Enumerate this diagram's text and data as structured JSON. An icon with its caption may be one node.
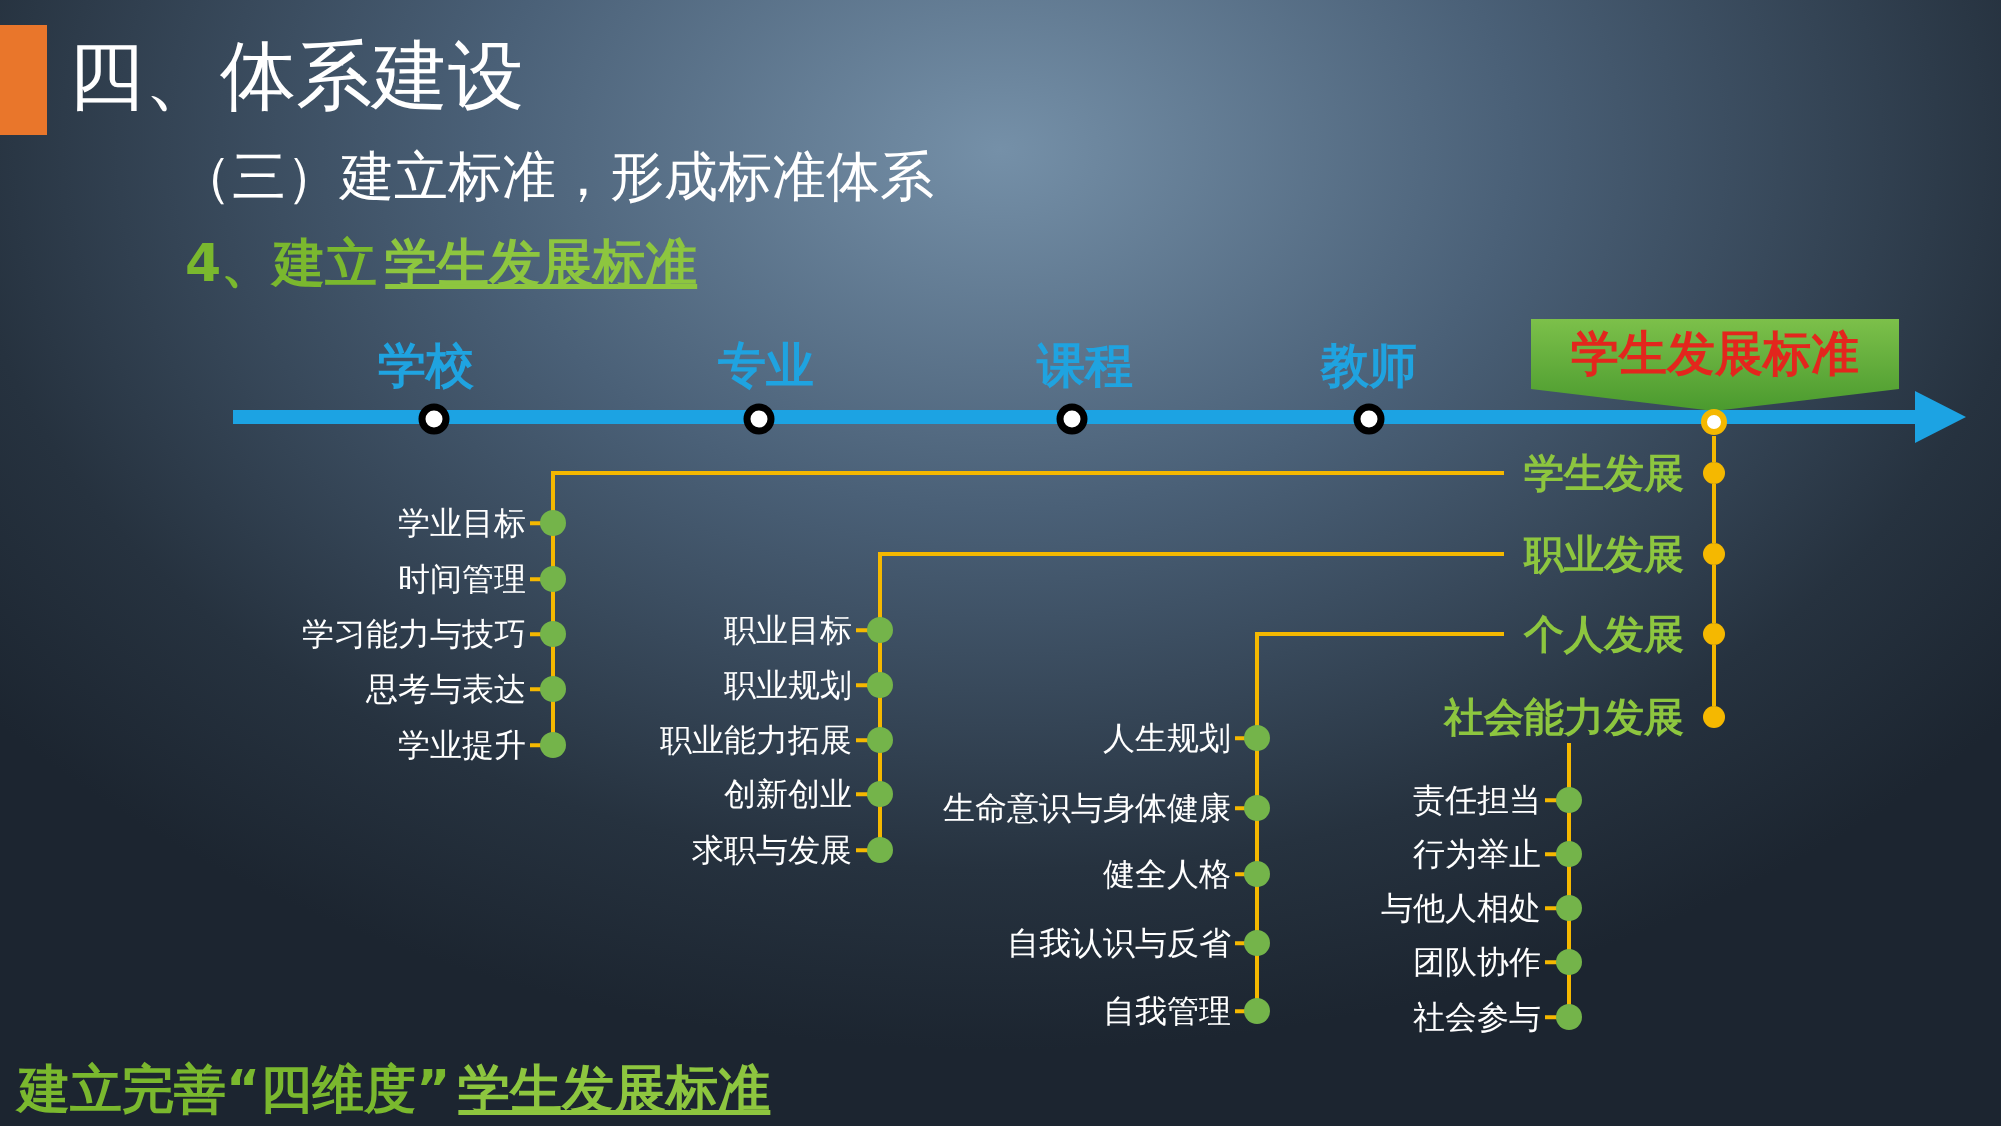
{
  "diagram": {
    "title": "四、体系建设",
    "nodes": [
      {
        "text": [
          "学生发展标准"
        ]
      },
      {
        "text": [
          "学生发展"
        ]
      },
      {
        "text": [
          "职业发展"
        ]
      },
      {
        "text": [
          "个人发展"
        ]
      },
      {
        "text": [
          "社会能力发展"
        ]
      },
      {
        "text": [
          "学业目标"
        ]
      },
      {
        "text": [
          "时间管理"
        ]
      },
      {
        "text": [
          "学习能力与技巧"
        ]
      },
      {
        "text": [
          "思考与表达"
        ]
      },
      {
        "text": [
          "学业提升"
        ]
      },
      {
        "text": [
          "职业目标"
        ]
      },
      {
        "text": [
          "职业规划"
        ]
      },
      {
        "text": [
          "职业能力拓展"
        ]
      },
      {
        "text": [
          "创新创业"
        ]
      },
      {
        "text": [
          "求职与发展"
        ]
      },
      {
        "text": [
          "人生规划"
        ]
      },
      {
        "text": [
          "生命意识与身体健康"
        ]
      },
      {
        "text": [
          "健全人格"
        ]
      },
      {
        "text": [
          "自我认识与反省"
        ]
      },
      {
        "text": [
          "自我管理"
        ]
      },
      {
        "text": [
          "责任担当"
        ]
      },
      {
        "text": [
          "行为举止"
        ]
      },
      {
        "text": [
          "与他人相处"
        ]
      },
      {
        "text": [
          "团队协作"
        ]
      },
      {
        "text": [
          "社会参与"
        ]
      }
    ],
    "edges": [
      {
        "from": 0,
        "to": 1,
        "arrow": "none"
      },
      {
        "from": 1,
        "to": 2,
        "arrow": "none"
      },
      {
        "from": 2,
        "to": 3,
        "arrow": "none"
      },
      {
        "from": 3,
        "to": 4,
        "arrow": "none"
      },
      {
        "from": 1,
        "to": 5,
        "arrow": "none"
      },
      {
        "from": 1,
        "to": 6,
        "arrow": "none"
      },
      {
        "from": 1,
        "to": 7,
        "arrow": "none"
      },
      {
        "from": 1,
        "to": 8,
        "arrow": "none"
      },
      {
        "from": 1,
        "to": 9,
        "arrow": "none"
      },
      {
        "from": 2,
        "to": 10,
        "arrow": "none"
      },
      {
        "from": 2,
        "to": 11,
        "arrow": "none"
      },
      {
        "from": 2,
        "to": 12,
        "arrow": "none"
      },
      {
        "from": 2,
        "to": 13,
        "arrow": "none"
      },
      {
        "from": 2,
        "to": 14,
        "arrow": "none"
      },
      {
        "from": 3,
        "to": 15,
        "arrow": "none"
      },
      {
        "from": 3,
        "to": 16,
        "arrow": "none"
      },
      {
        "from": 3,
        "to": 17,
        "arrow": "none"
      },
      {
        "from": 3,
        "to": 18,
        "arrow": "none"
      },
      {
        "from": 3,
        "to": 19,
        "arrow": "none"
      },
      {
        "from": 4,
        "to": 20,
        "arrow": "none"
      },
      {
        "from": 4,
        "to": 21,
        "arrow": "none"
      },
      {
        "from": 4,
        "to": 22,
        "arrow": "none"
      },
      {
        "from": 4,
        "to": 23,
        "arrow": "none"
      },
      {
        "from": 4,
        "to": 24,
        "arrow": "none"
      }
    ],
    "labels": [
      "（三）建立标准，形成标准体系",
      "4、建立",
      "学生发展标准",
      "学校",
      "专业",
      "课程",
      "教师",
      "建立完善“四维度”",
      "学生发展标准"
    ]
  }
}
